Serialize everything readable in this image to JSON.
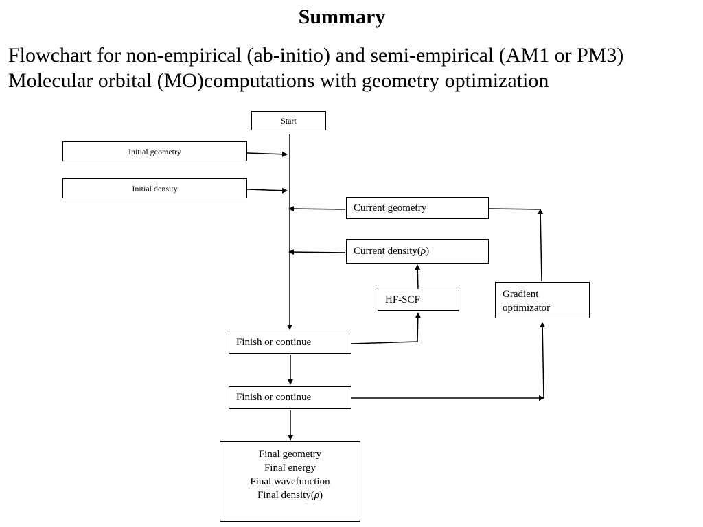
{
  "header": {
    "title": "Summary",
    "subtitle": "Flowchart for non-empirical (ab-initio) and semi-empirical (AM1 or PM3) Molecular orbital (MO)computations with geometry optimization"
  },
  "flowchart": {
    "start": "Start",
    "initial_geometry": "Initial geometry",
    "initial_density": "Initial density",
    "current_geometry": "Current geometry",
    "current_density_prefix": "Current density(",
    "rho": "ρ",
    "close_paren": ")",
    "hf_scf": "HF-SCF",
    "gradient_line1": "Gradient",
    "gradient_line2": "optimizator",
    "finish1": "Finish or continue",
    "finish2": "Finish or continue",
    "final": {
      "line1": "Final geometry",
      "line2": "Final energy",
      "line3": "Final wavefunction",
      "line4_prefix": "Final density("
    }
  }
}
